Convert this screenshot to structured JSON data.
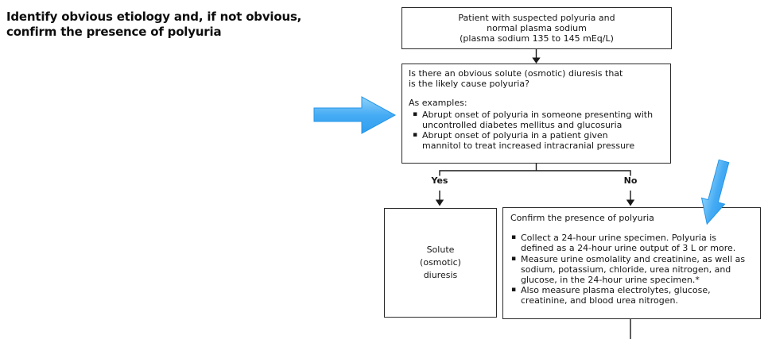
{
  "heading": "Identify obvious etiology and, if not obvious,\nconfirm the presence of polyuria",
  "bullet_char": "▪",
  "colors": {
    "arrow_blue": "#2f9ff0",
    "arrow_blue_mid": "#46abf4",
    "arrow_blue_light": "#8ed2fa",
    "arrow_blue_edge": "#2596e8"
  },
  "flow": {
    "start_box": {
      "text": "Patient with suspected polyuria and\nnormal plasma sodium\n(plasma sodium 135 to 145 mEq/L)"
    },
    "question_box": {
      "question": "Is there an obvious solute (osmotic) diuresis that\nis the likely cause polyuria?",
      "examples_label": "As examples:",
      "bullets": [
        "Abrupt onset of polyuria in someone presenting with\nuncontrolled diabetes mellitus and glucosuria",
        "Abrupt onset of polyuria in a patient given\nmannitol to treat increased intracranial pressure"
      ]
    },
    "yes_label": "Yes",
    "no_label": "No",
    "yes_box": {
      "text": "Solute\n(osmotic)\ndiuresis"
    },
    "no_box": {
      "title": "Confirm the presence of polyuria",
      "bullets": [
        "Collect a 24-hour urine specimen. Polyuria is\ndefined as a 24-hour urine output of 3 L or more.",
        "Measure urine osmolality and creatinine, as well as\nsodium, potassium, chloride, urea nitrogen, and\nglucose, in the 24-hour urine specimen.*",
        "Also measure plasma electrolytes, glucose,\ncreatinine, and blood urea nitrogen."
      ]
    }
  }
}
